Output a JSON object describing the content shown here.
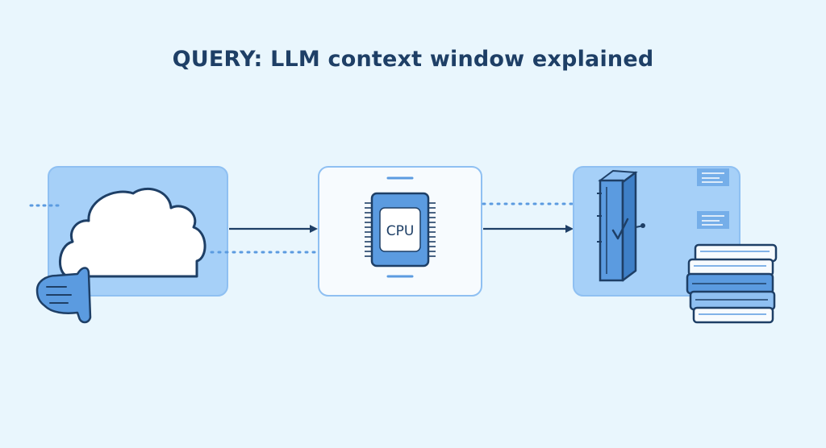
{
  "title": "QUERY: LLM context window explained",
  "nodes": [
    {
      "id": "cloud",
      "icon": "cloud-icon"
    },
    {
      "id": "processor",
      "icon": "cpu-chip-icon",
      "label": "CPU"
    },
    {
      "id": "storage",
      "icon": "books-icon"
    }
  ],
  "colors": {
    "background": "#e9f6fd",
    "panel_fill": "#a6d0f8",
    "panel_stroke": "#8fc0f2",
    "accent": "#5b9be0",
    "ink": "#1e3f66"
  }
}
